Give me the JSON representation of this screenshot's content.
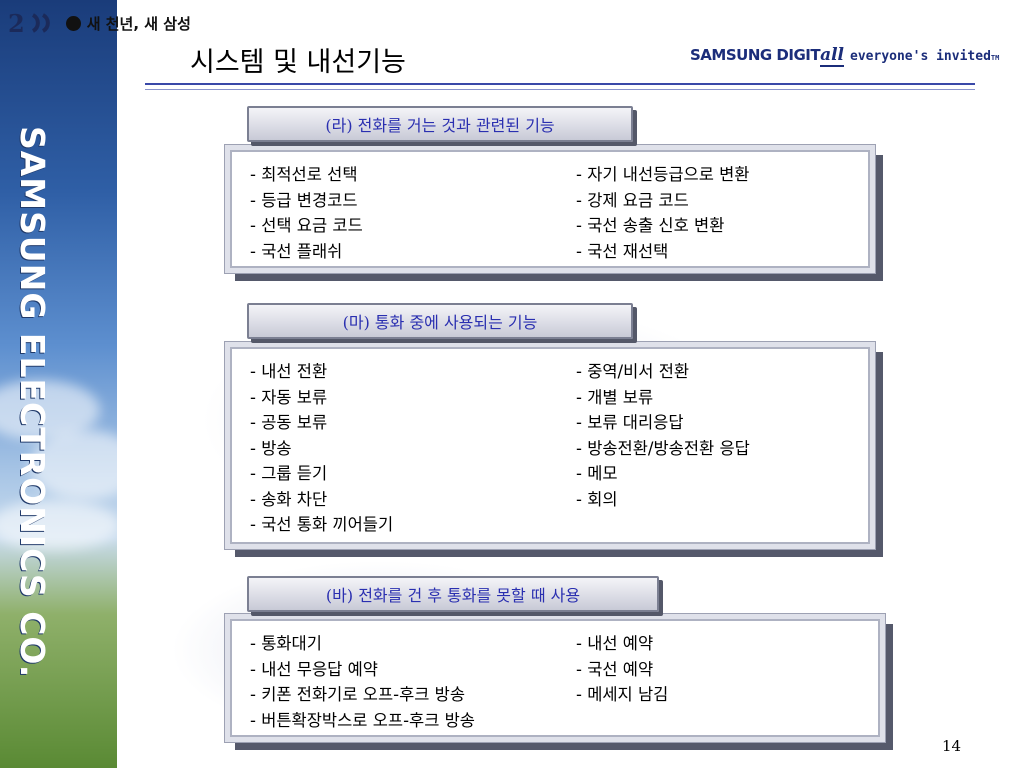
{
  "header": {
    "badge_year": "2",
    "badge_mark": "O",
    "badge_slogan": "새 천년, 새 삼성",
    "title": "시스템 및 내선기능",
    "logo_brand": "SAMSUNG DIGIT",
    "logo_all": "all",
    "logo_tag": "everyone's invited",
    "logo_tm": "TM"
  },
  "sidebar": {
    "vertical_text": "SAMSUNG ELECTRONICS CO."
  },
  "sections": [
    {
      "title": "(라) 전화를 거는 것과 관련된 기능",
      "left": [
        "- 최적선로 선택",
        "- 등급 변경코드",
        "- 선택 요금 코드",
        "- 국선 플래쉬"
      ],
      "right": [
        "- 자기 내선등급으로 변환",
        "- 강제 요금 코드",
        "- 국선 송출 신호 변환",
        "- 국선 재선택"
      ]
    },
    {
      "title": "(마) 통화 중에 사용되는 기능",
      "left": [
        "- 내선 전환",
        "- 자동 보류",
        "- 공동 보류",
        "- 방송",
        "- 그룹 듣기",
        "- 송화 차단",
        "- 국선 통화 끼어들기"
      ],
      "right": [
        "- 중역/비서 전환",
        "- 개별 보류",
        "- 보류 대리응답",
        "- 방송전환/방송전환 응답",
        "- 메모",
        "- 회의"
      ]
    },
    {
      "title": "(바) 전화를 건 후 통화를 못할 때 사용",
      "left": [
        "- 통화대기",
        "- 내선 무응답 예약",
        "- 키폰 전화기로 오프-후크 방송",
        "- 버튼확장박스로 오프-후크 방송"
      ],
      "right": [
        "- 내선 예약",
        "- 국선 예약",
        "- 메세지 남김"
      ]
    }
  ],
  "footer": {
    "page_number": "14"
  },
  "colors": {
    "header_text": "#2a2fb0",
    "rule": "#3a49a8",
    "brand": "#1b2d7a"
  }
}
